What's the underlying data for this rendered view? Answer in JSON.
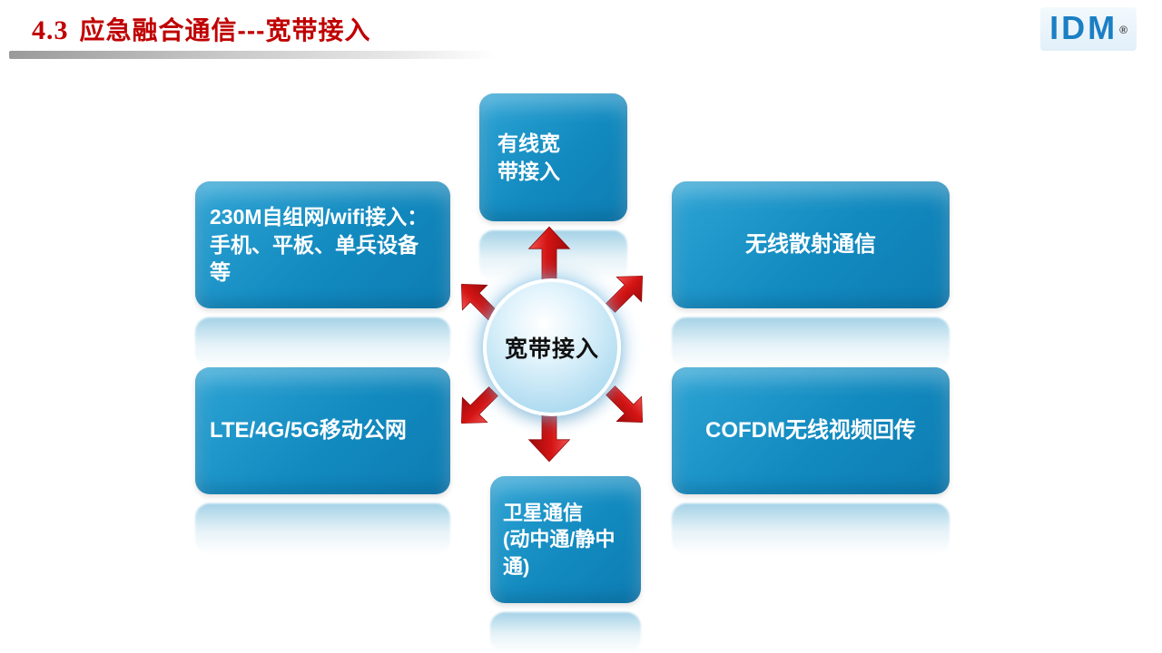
{
  "slide": {
    "title_number": "4.3",
    "title_text": "应急融合通信---宽带接入",
    "logo_text": "IDM",
    "logo_reg": "®"
  },
  "center": {
    "label": "宽带接入"
  },
  "nodes": {
    "top_center": {
      "label": "有线宽\n带接入"
    },
    "top_left": {
      "label": "230M自组网/wifi接入：手机、平板、单兵设备等"
    },
    "top_right": {
      "label": "无线散射通信"
    },
    "bottom_left": {
      "label": "LTE/4G/5G移动公网"
    },
    "bottom_right": {
      "label": "COFDM无线视频回传"
    },
    "bottom_center": {
      "label": "卫星通信\n(动中通/静中通)"
    }
  },
  "colors": {
    "box_blue": "#128abf",
    "arrow_red": "#d41414",
    "title_red": "#c00000",
    "logo_blue": "#1b7fc4"
  }
}
